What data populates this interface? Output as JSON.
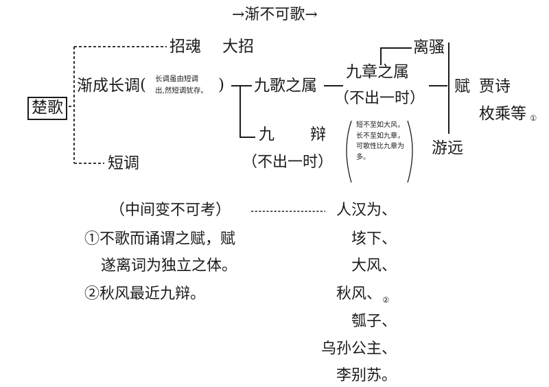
{
  "title": "→渐不可歌→",
  "root": "楚歌",
  "branch_long": "渐成长调",
  "branch_long_paren_open": "(",
  "branch_long_note_line1": "长调虽由短调",
  "branch_long_note_line2": "出,然短调犹存。",
  "branch_long_paren_close": ")",
  "zhaohun": "招魂",
  "dazhao": "大招",
  "branch_short": "短调",
  "jiuge": "九歌之属",
  "jiuzhang": "九章之属",
  "jiuzhang_note": "（不出一时）",
  "lisao": "离骚",
  "youyuan": "游远",
  "fu": "赋",
  "jiayi": "贾诗",
  "meicheng": "枚乘等",
  "footnote_mark_1": "①",
  "jiubian_1": "九",
  "jiubian_2": "辩",
  "jiubian_note": "（不出一时）",
  "jiubian_comment": "短不至如大风，长不至如九章，可歌性比九章为多。",
  "middle_label": "（中间变不可考）",
  "notes": [
    "①不歌而诵谓之赋，赋",
    "遂离词为独立之体。",
    "②秋风最近九辩。"
  ],
  "han_songs": [
    "人汉为、",
    "垓下、",
    "大风、",
    "秋风、",
    "瓠子、",
    "乌孙公主、",
    "李别苏。"
  ],
  "footnote_mark_2": "②"
}
